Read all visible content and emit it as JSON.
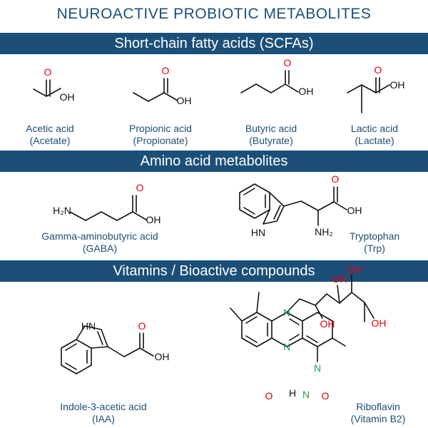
{
  "title": "NEUROACTIVE PROBIOTIC METABOLITES",
  "colors": {
    "brand": "#1c4f78",
    "oxygen": "#e3000f",
    "nitrogen": "#1f9c57",
    "bond": "#111111"
  },
  "sections": [
    {
      "heading": "Short-chain fatty acids (SCFAs)",
      "compounds": [
        {
          "name": "Acetic acid",
          "alias": "(Acetate)"
        },
        {
          "name": "Propionic acid",
          "alias": "(Propionate)"
        },
        {
          "name": "Butyric acid",
          "alias": "(Butyrate)"
        },
        {
          "name": "Lactic acid",
          "alias": "(Lactate)"
        }
      ]
    },
    {
      "heading": "Amino acid metabolites",
      "compounds": [
        {
          "name": "Gamma-aminobutyric acid",
          "alias": "(GABA)"
        },
        {
          "name": "Tryptophan",
          "alias": "(Trp)"
        }
      ]
    },
    {
      "heading": "Vitamins / Bioactive compounds",
      "compounds": [
        {
          "name": "Indole-3-acetic acid",
          "alias": "(IAA)"
        },
        {
          "name": "Riboflavin",
          "alias": "(Vitamin B2)"
        }
      ]
    }
  ],
  "atoms": {
    "O": "O",
    "OH": "OH",
    "H": "H",
    "N": "N",
    "HN": "HN",
    "H2N": "H₂N",
    "NH2": "NH₂"
  }
}
